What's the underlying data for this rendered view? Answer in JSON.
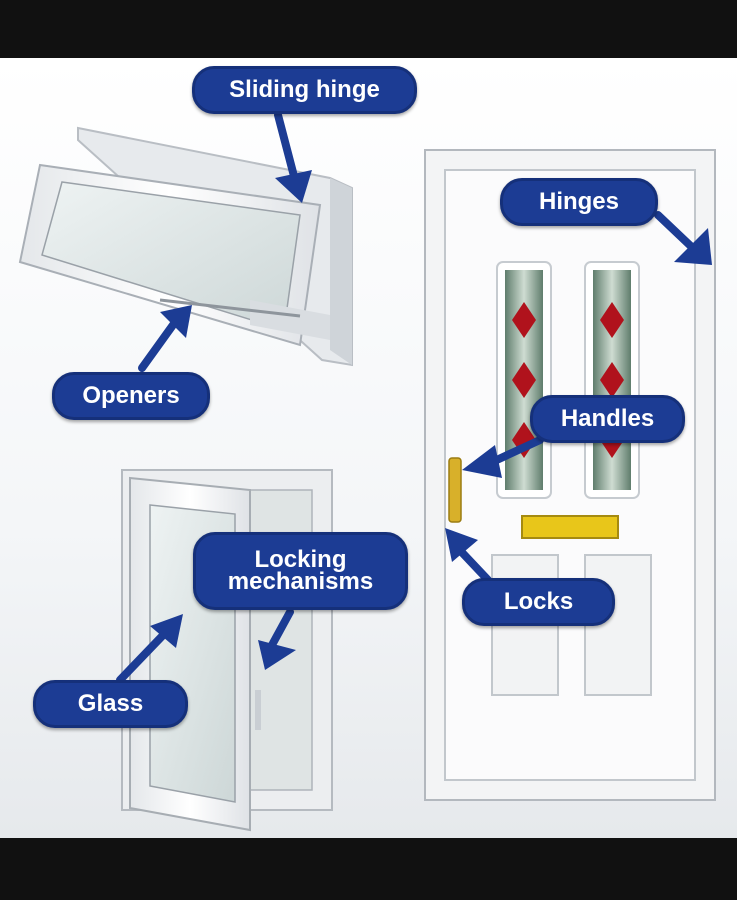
{
  "labels": {
    "sliding_hinge": "Sliding hinge",
    "openers": "Openers",
    "hinges": "Hinges",
    "handles": "Handles",
    "locks": "Locks",
    "glass": "Glass",
    "locking_line1": "Locking",
    "locking_line2": "mechanisms"
  },
  "colors": {
    "label_fill": "#1c3c94",
    "arrow": "#1c3c94",
    "frame": "#f5f6f7",
    "glass": "#dde6e6",
    "diamond": "#b0121c",
    "letterbox": "#e8c61a",
    "handle": "#d8b02a"
  }
}
